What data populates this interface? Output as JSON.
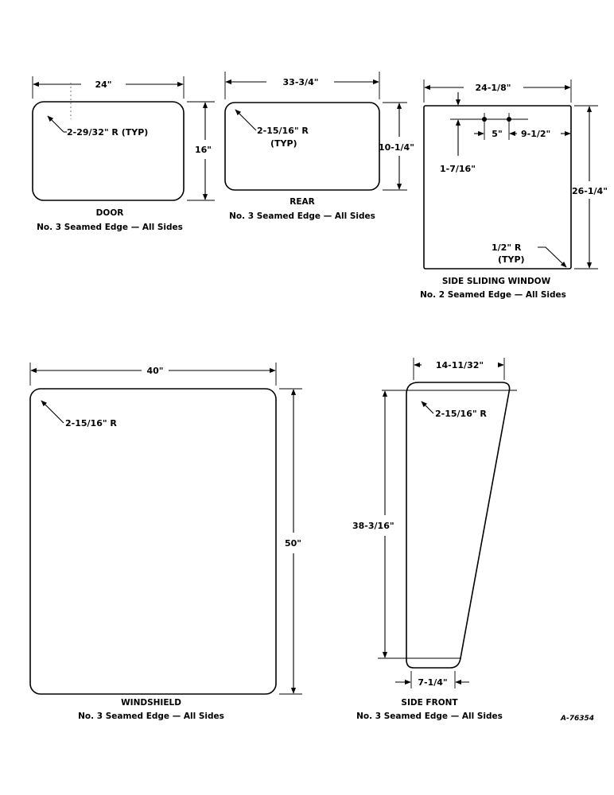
{
  "door": {
    "width": "24\"",
    "height": "16\"",
    "radius": "2-29/32\" R (TYP)",
    "title": "DOOR",
    "edge": "No. 3 Seamed Edge — All Sides"
  },
  "rear": {
    "width": "33-3/4\"",
    "height": "10-1/4\"",
    "radius": "2-15/16\" R",
    "radius_note": "(TYP)",
    "title": "REAR",
    "edge": "No. 3 Seamed Edge — All Sides"
  },
  "side_sliding_window": {
    "width": "24-1/8\"",
    "height": "26-1/4\"",
    "hole_spacing": "5\"",
    "hole_offset": "9-1/2\"",
    "hole_drop": "1-7/16\"",
    "radius": "1/2\" R",
    "radius_note": "(TYP)",
    "title": "SIDE SLIDING WINDOW",
    "edge": "No. 2 Seamed Edge — All Sides"
  },
  "windshield": {
    "width": "40\"",
    "height": "50\"",
    "radius": "2-15/16\" R",
    "title": "WINDSHIELD",
    "edge": "No. 3 Seamed Edge — All Sides"
  },
  "side_front": {
    "top_width": "14-11/32\"",
    "height": "38-3/16\"",
    "bottom_width": "7-1/4\"",
    "radius": "2-15/16\" R",
    "title": "SIDE FRONT",
    "edge": "No. 3 Seamed Edge — All Sides"
  },
  "figure_ref": "A-76354"
}
